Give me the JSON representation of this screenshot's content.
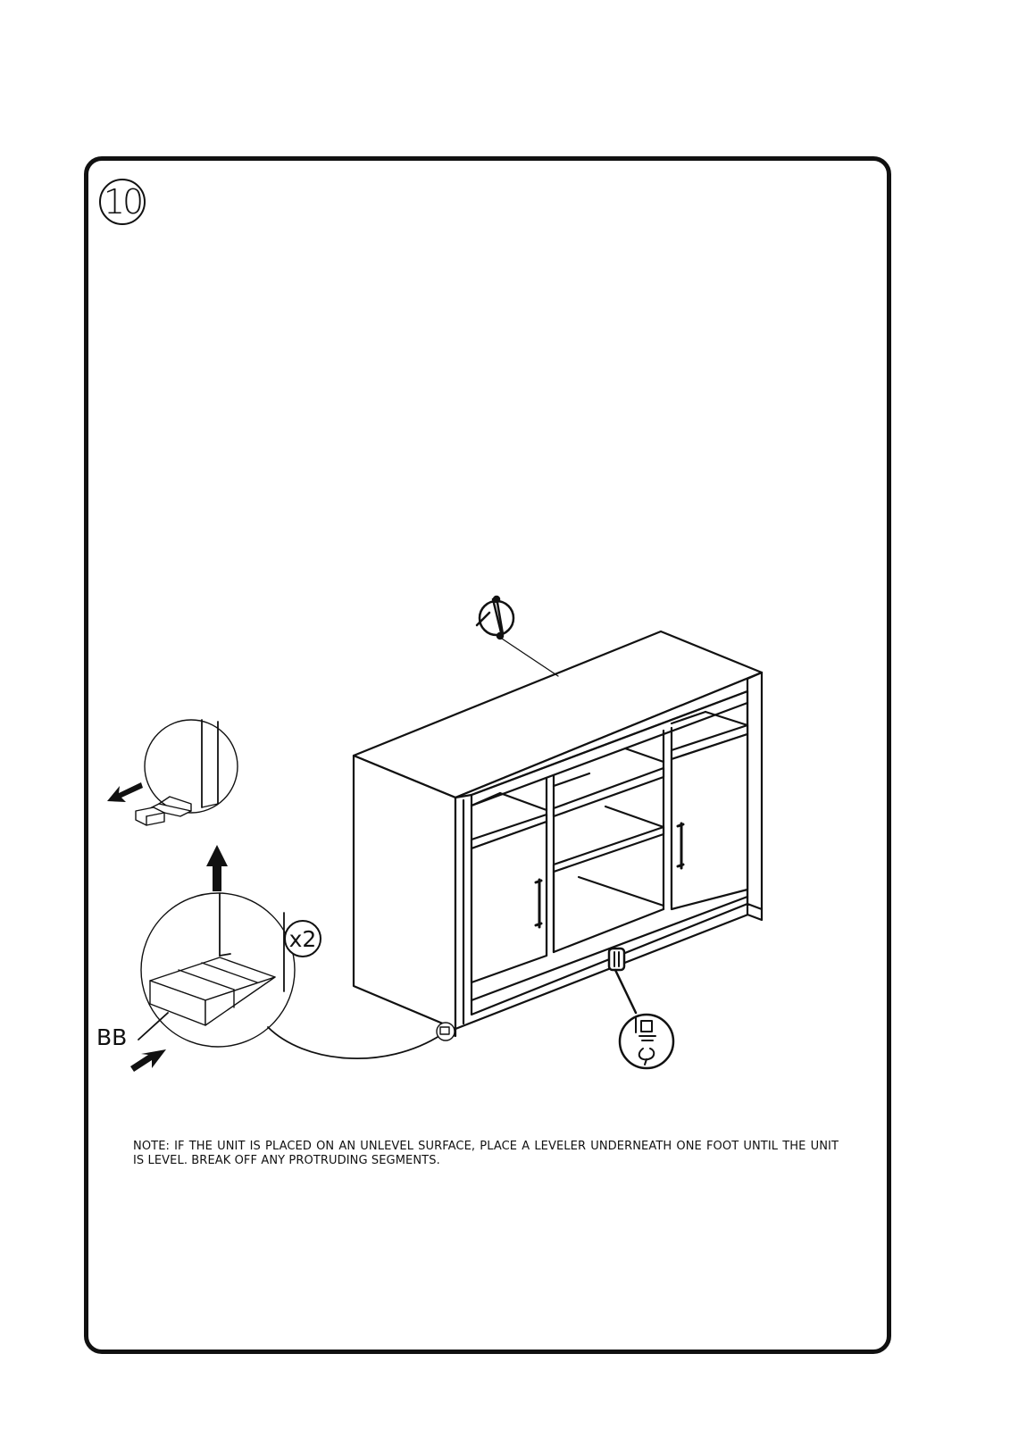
{
  "step": {
    "number": "10"
  },
  "callouts": {
    "quantity": "x2",
    "part": "BB"
  },
  "note": {
    "text": "NOTE: IF THE UNIT IS PLACED ON AN UNLEVEL SURFACE, PLACE A LEVELER UNDERNEATH ONE FOOT UNTIL THE UNIT IS LEVEL. BREAK OFF ANY PROTRUDING SEGMENTS."
  },
  "icons": {
    "screwdriver": "screwdriver-icon",
    "leveler_screw": "leveler-screw-icon"
  }
}
